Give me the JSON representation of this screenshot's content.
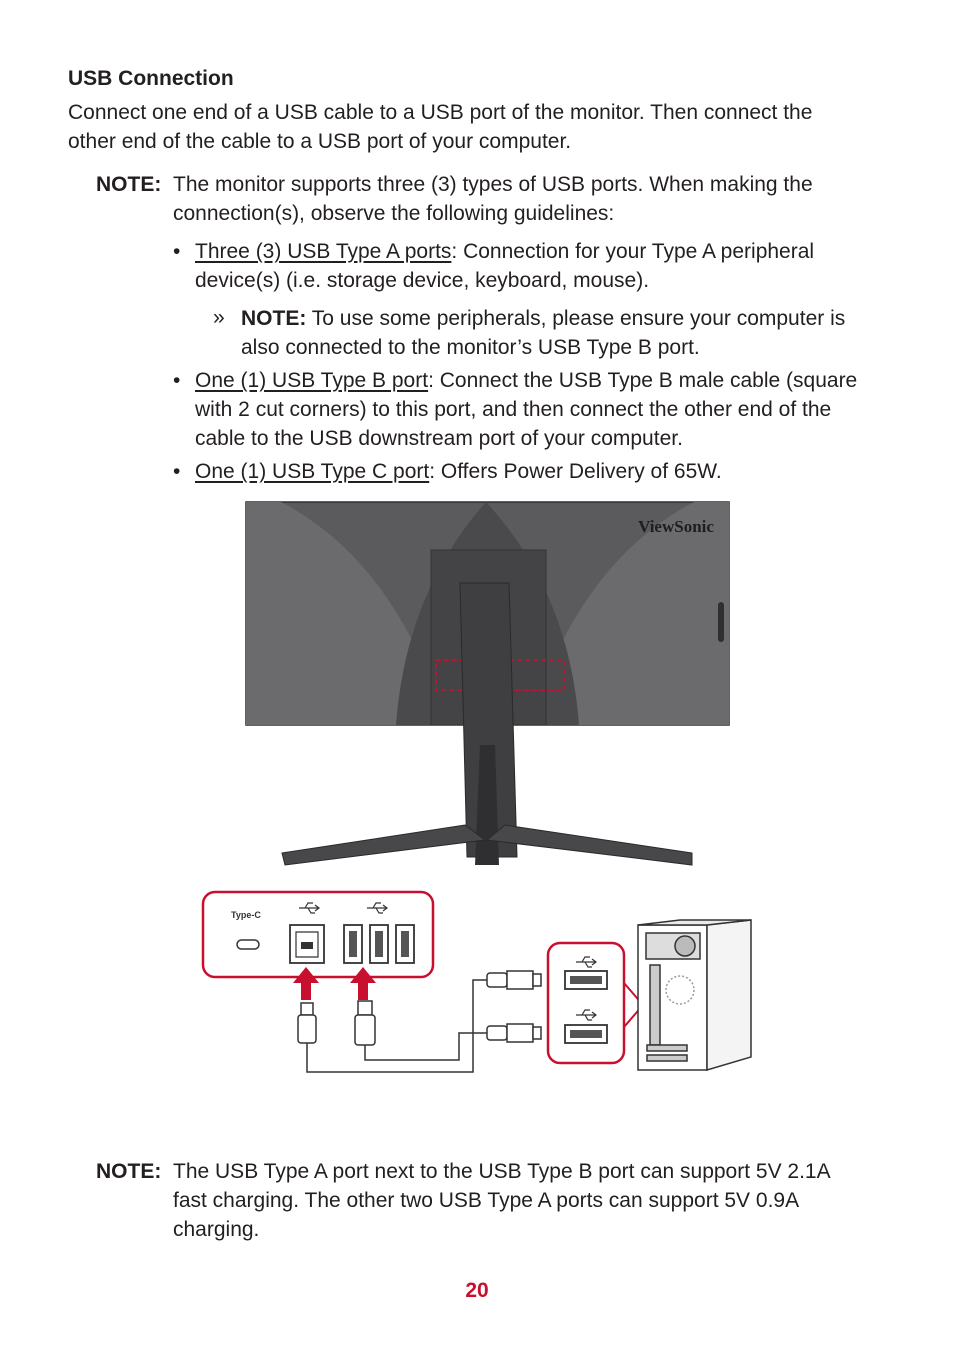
{
  "section": {
    "title": "USB Connection",
    "intro_line1": "Connect one end of a USB cable to a USB port of the monitor. Then connect the",
    "intro_line2": "other end of the cable to a USB port of your computer."
  },
  "note1": {
    "label": "NOTE:",
    "line1": "The monitor supports three (3) types of USB ports. When making the",
    "line2": "connection(s), observe the following guidelines:"
  },
  "bullets": [
    {
      "link": "Three (3) USB Type A ports",
      "rest1": ": Connection for your Type A peripheral",
      "line2": "device(s) (i.e. storage device, keyboard, mouse)."
    },
    {
      "link": "One (1) USB Type B port",
      "rest1": ": Connect the USB Type B male cable (square",
      "line2": "with 2 cut corners) to this port, and then connect the other end of the",
      "line3": "cable to the USB downstream port of your computer."
    },
    {
      "link": "One (1) USB Type C port",
      "rest1": ": Offers Power Delivery of 65W."
    }
  ],
  "subnote": {
    "marker": "»",
    "label": "NOTE:",
    "line1": "To use some peripherals, please ensure your computer is",
    "line2": "also connected to the monitor’s USB Type B port."
  },
  "illustration": {
    "brand": "ViewSonic",
    "port_label_typec": "Type-C"
  },
  "note2": {
    "label": "NOTE:",
    "line1": "The USB Type A port next to the USB Type B port can support 5V 2.1A",
    "line2": "fast charging. The other two USB Type A ports can support 5V 0.9A",
    "line3": "charging."
  },
  "page_number": "20",
  "colors": {
    "accent": "#c8102e",
    "monitor": "#5b5b5d",
    "monitor_dark": "#3f3f41"
  }
}
